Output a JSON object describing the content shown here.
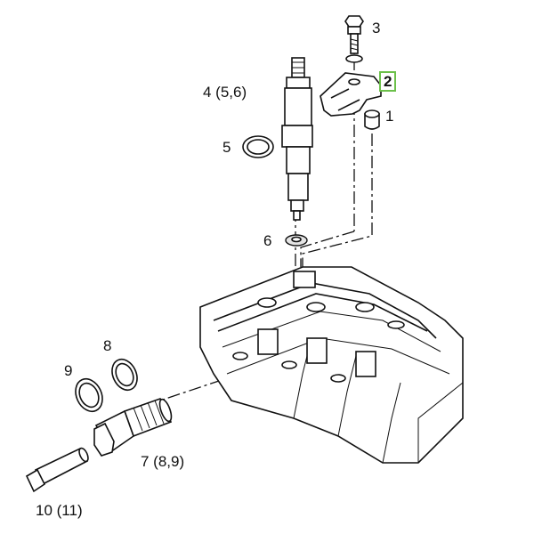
{
  "labels": {
    "p1": "1",
    "p2": "2",
    "p3": "3",
    "p4": "4 (5,6)",
    "p5": "5",
    "p6": "6",
    "p7": "7 (8,9)",
    "p8": "8",
    "p9": "9",
    "p10": "10 (11)"
  },
  "highlight": {
    "item": "2",
    "color": "#6cc04a"
  }
}
